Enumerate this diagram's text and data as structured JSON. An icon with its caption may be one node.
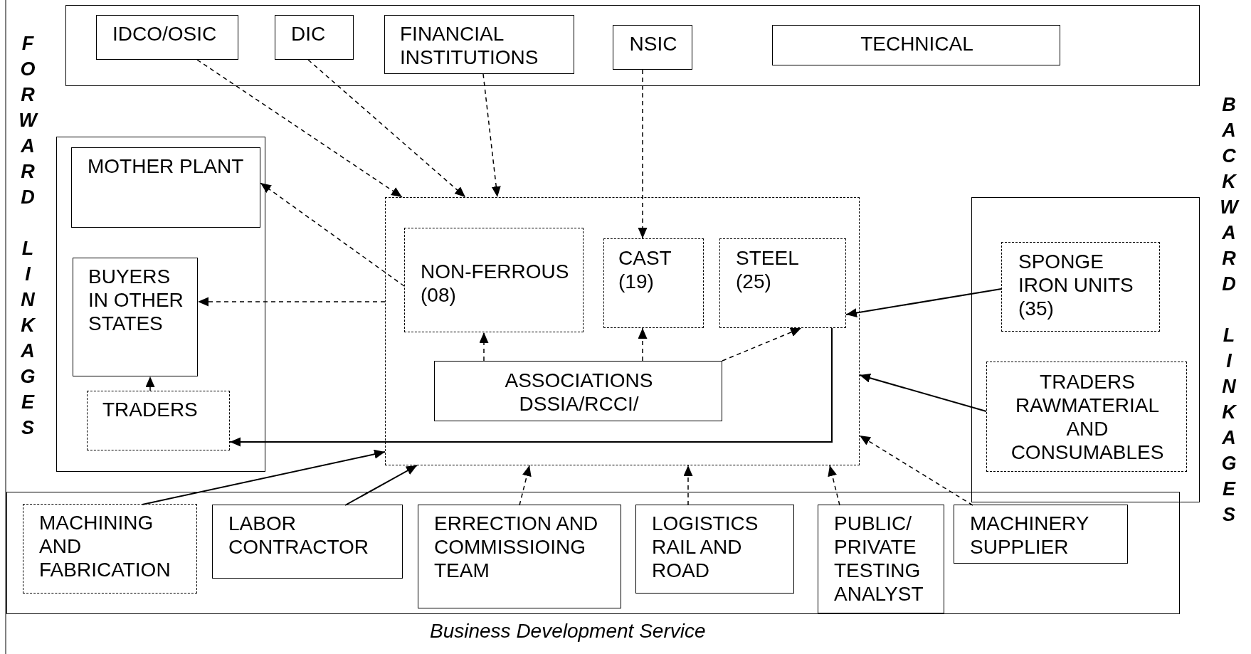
{
  "diagram": {
    "nodes": [
      {
        "text": [],
        "shape": "box"
      },
      {
        "text": [
          "IDCO/OSIC"
        ],
        "in": 0
      },
      {
        "text": [
          "DIC"
        ],
        "in": 0
      },
      {
        "text": [
          "FINANCIAL INSTITUTIONS"
        ],
        "in": 0
      },
      {
        "text": [
          "NSIC"
        ],
        "in": 0
      },
      {
        "text": [
          "TECHNICAL"
        ],
        "in": 0
      },
      {
        "text": [],
        "shape": "box"
      },
      {
        "text": [
          "MOTHER PLANT"
        ],
        "in": 6
      },
      {
        "text": [
          "BUYERS IN OTHER STATES"
        ],
        "in": 6
      },
      {
        "text": [
          "TRADERS"
        ],
        "in": 6
      },
      {
        "text": [],
        "shape": "box"
      },
      {
        "text": [
          "NON-FERROUS (08)"
        ],
        "in": 10
      },
      {
        "text": [
          "CAST (19)"
        ],
        "in": 10
      },
      {
        "text": [
          "STEEL (25)"
        ],
        "in": 10
      },
      {
        "text": [
          "ASSOCIATIONS DSSIA/RCCI/"
        ],
        "in": 10
      },
      {
        "text": [],
        "shape": "box"
      },
      {
        "text": [
          "SPONGE IRON UNITS (35)"
        ],
        "in": 15
      },
      {
        "text": [
          "TRADERS RAWMATERIAL AND CONSUMABLES"
        ],
        "in": 15
      },
      {
        "text": [
          "Business Development Service"
        ]
      },
      {
        "text": [
          "MACHINING AND FABRICATION"
        ],
        "in": 18
      },
      {
        "text": [
          "LABOR CONTRACTOR"
        ],
        "in": 18
      },
      {
        "text": [
          "ERRECTION AND COMMISSIOING TEAM"
        ],
        "in": 18
      },
      {
        "text": [
          "LOGISTICS RAIL AND ROAD"
        ],
        "in": 18
      },
      {
        "text": [
          "PUBLIC/ PRIVATE TESTING ANALYST"
        ],
        "in": 18
      },
      {
        "text": [
          "MACHINERY SUPPLIER"
        ],
        "in": 18
      }
    ],
    "edges": [
      {
        "from": 1,
        "to": 10,
        "arrow": "to",
        "style": "dashed"
      },
      {
        "from": 2,
        "to": 10,
        "arrow": "to",
        "style": "dashed"
      },
      {
        "from": 3,
        "to": 10,
        "arrow": "to",
        "style": "dashed"
      },
      {
        "from": 4,
        "to": 12,
        "arrow": "to",
        "style": "dashed"
      },
      {
        "from": 11,
        "to": 7,
        "arrow": "to",
        "style": "dashed"
      },
      {
        "from": 10,
        "to": 8,
        "arrow": "to",
        "style": "dashed"
      },
      {
        "from": 14,
        "to": 11,
        "arrow": "to",
        "style": "dashed"
      },
      {
        "from": 14,
        "to": 12,
        "arrow": "to",
        "style": "dashed"
      },
      {
        "from": 14,
        "to": 13,
        "arrow": "to",
        "style": "dashed"
      },
      {
        "from": 9,
        "to": 8,
        "arrow": "to",
        "style": "dashed"
      },
      {
        "from": 16,
        "to": 13,
        "arrow": "to"
      },
      {
        "from": 13,
        "to": 9,
        "arrow": "to"
      },
      {
        "from": 17,
        "to": 10,
        "arrow": "to"
      },
      {
        "from": 24,
        "to": 10,
        "arrow": "to",
        "style": "dashed"
      },
      {
        "from": 19,
        "to": 10,
        "arrow": "to"
      },
      {
        "from": 20,
        "to": 10,
        "arrow": "to"
      },
      {
        "from": 21,
        "to": 10,
        "arrow": "to",
        "style": "dashed"
      },
      {
        "from": 22,
        "to": 10,
        "arrow": "to",
        "style": "dashed"
      },
      {
        "from": 23,
        "to": 10,
        "arrow": "to",
        "style": "dashed"
      }
    ],
    "labels": [
      "FORWARD LINKAGES",
      "BACKWARD LINKAGES"
    ]
  }
}
